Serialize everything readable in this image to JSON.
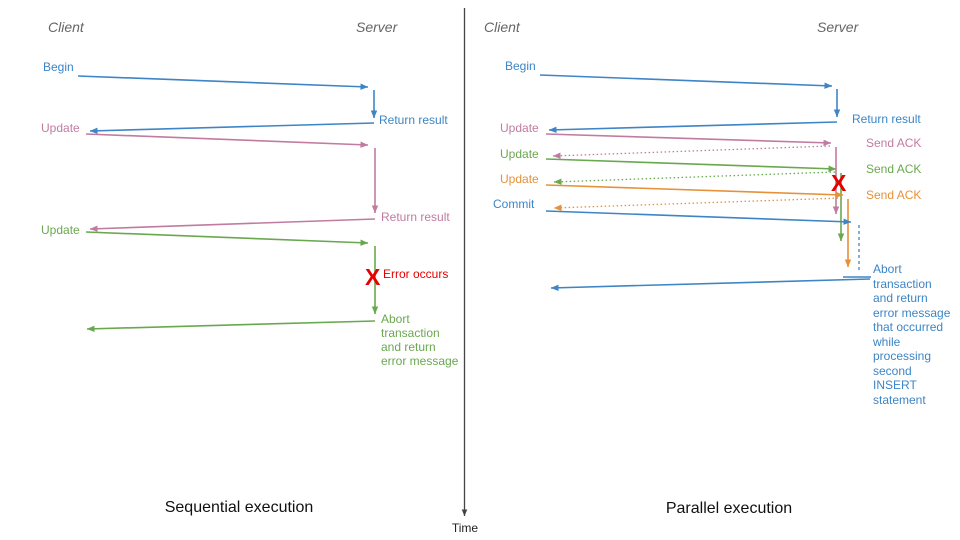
{
  "time_axis": {
    "label": "Time"
  },
  "left": {
    "title": "Sequential execution",
    "header_client": "Client",
    "header_server": "Server",
    "label_begin": "Begin",
    "label_return1": "Return result",
    "label_update1": "Update",
    "label_return2": "Return result",
    "label_update2": "Update",
    "label_error_x": "X",
    "label_error": "Error occurs",
    "label_abort": "Abort\ntransaction\nand return\nerror message"
  },
  "right": {
    "title": "Parallel execution",
    "header_client": "Client",
    "header_server": "Server",
    "label_begin": "Begin",
    "label_return": "Return result",
    "label_update1": "Update",
    "label_ack1": "Send ACK",
    "label_update2": "Update",
    "label_ack2": "Send ACK",
    "label_update3": "Update",
    "label_ack3": "Send ACK",
    "label_commit": "Commit",
    "label_error_x": "X",
    "label_abort": "Abort\ntransaction\nand return\nerror message\nthat occurred\nwhile\nprocessing\nsecond\nINSERT\nstatement"
  },
  "colors": {
    "blue": "#3d85c6",
    "pink": "#c27ba0",
    "green": "#6aa84f",
    "orange": "#e69138",
    "red": "#e60000",
    "gray": "#666666",
    "axis": "#444444"
  }
}
